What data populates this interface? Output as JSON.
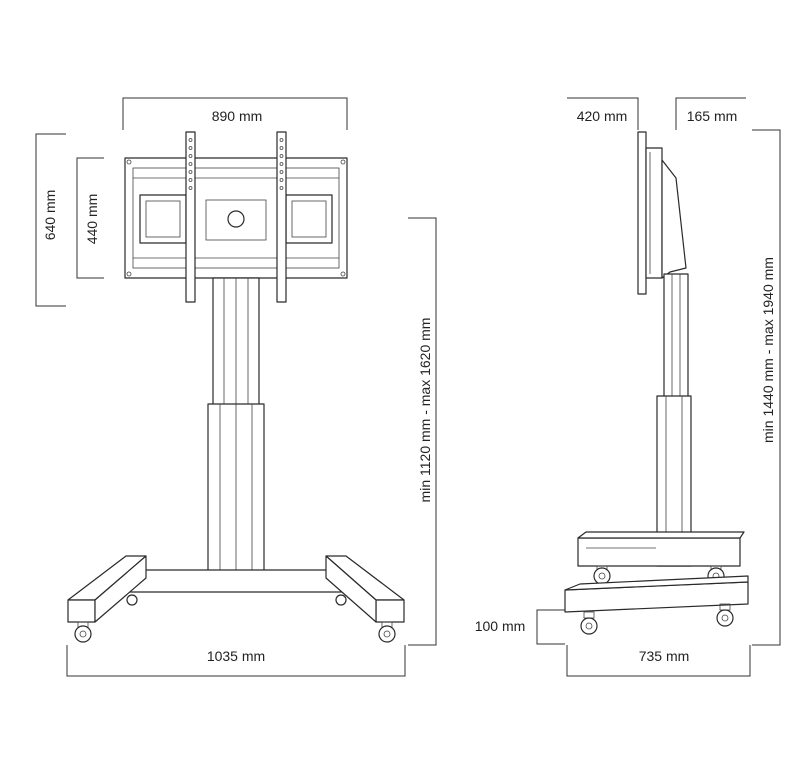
{
  "front_view": {
    "labels": {
      "screen_width": "890 mm",
      "screen_height": "640 mm",
      "mount_height": "440 mm",
      "height_range": "min 1120 mm - max 1620 mm",
      "base_width": "1035 mm"
    }
  },
  "side_view": {
    "labels": {
      "front_depth": "420 mm",
      "rear_depth": "165 mm",
      "height_range": "min 1440 mm - max 1940 mm",
      "ground_clearance": "100 mm",
      "base_depth": "735 mm"
    }
  },
  "colors": {
    "line": "#2a2a2a",
    "text": "#222222",
    "background": "#ffffff"
  }
}
